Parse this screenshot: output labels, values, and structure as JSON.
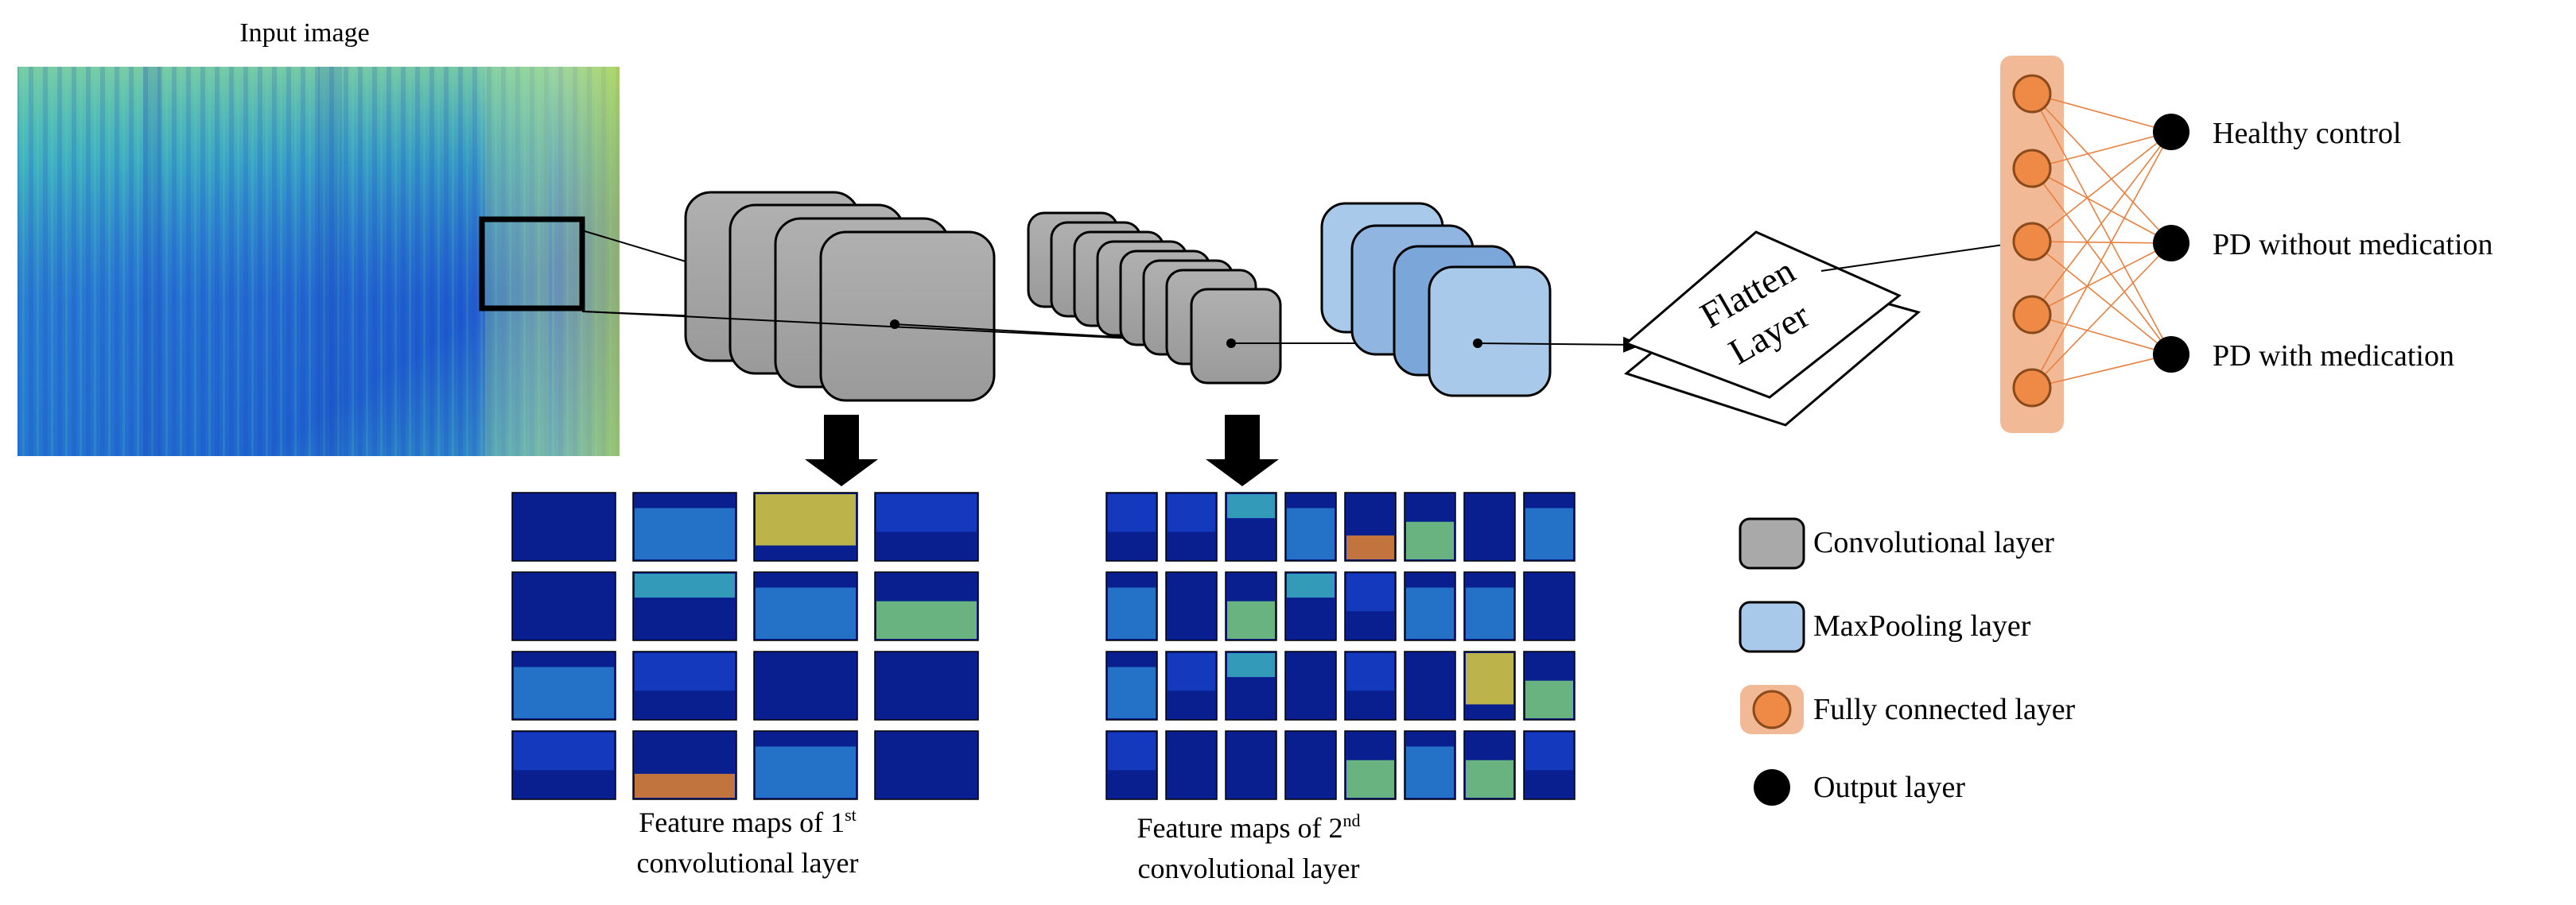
{
  "input": {
    "title": "Input image"
  },
  "flatten": {
    "line1": "Flatten",
    "line2": "Layer"
  },
  "outputs": [
    {
      "label": "Healthy control"
    },
    {
      "label": "PD without medication"
    },
    {
      "label": "PD with medication"
    }
  ],
  "captions": {
    "fm1": {
      "line1_pre": "Feature maps of 1",
      "line1_sup": "st",
      "line2": "convolutional layer"
    },
    "fm2": {
      "line1_pre": "Feature maps of 2",
      "line1_sup": "nd",
      "line2": "convolutional layer"
    }
  },
  "legend": [
    {
      "key": "conv",
      "label": "Convolutional layer"
    },
    {
      "key": "pool",
      "label": "MaxPooling layer"
    },
    {
      "key": "fc",
      "label": "Fully connected layer"
    },
    {
      "key": "out",
      "label": "Output layer"
    }
  ],
  "colors": {
    "conv_fill": "#a9a9a9",
    "pool_fill": "#a9c9ea",
    "fc_band": "#f2b996",
    "fc_node": "#ee8a45",
    "edge": "#e8803f",
    "output_node": "#000000"
  },
  "icons": {
    "down_arrow": "down-arrow-icon",
    "node": "circle-node-icon"
  }
}
